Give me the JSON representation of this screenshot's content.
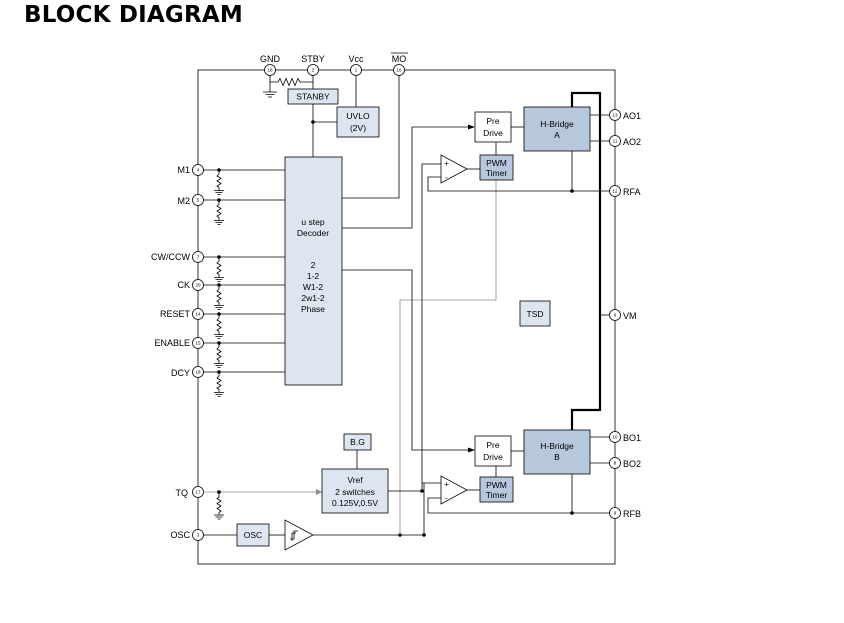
{
  "title": "BLOCK DIAGRAM",
  "pins": {
    "gnd": {
      "label": "GND",
      "number": "18"
    },
    "stby": {
      "label": "STBY",
      "number": "2"
    },
    "vcc": {
      "label": "Vcc",
      "number": "1"
    },
    "mo": {
      "label": "MO",
      "number": "16"
    },
    "m1": {
      "label": "M1",
      "number": "4"
    },
    "m2": {
      "label": "M2",
      "number": "5"
    },
    "cwccw": {
      "label": "CW/CCW",
      "number": "7"
    },
    "ck": {
      "label": "CK",
      "number": "20"
    },
    "reset": {
      "label": "RESET",
      "number": "14"
    },
    "enable": {
      "label": "ENABLE",
      "number": "15"
    },
    "dcy": {
      "label": "DCY",
      "number": "18"
    },
    "tq": {
      "label": "TQ",
      "number": "17"
    },
    "osc": {
      "label": "OSC",
      "number": "3"
    },
    "ao1": {
      "label": "AO1",
      "number": "13"
    },
    "ao2": {
      "label": "AO2",
      "number": "11"
    },
    "rfa": {
      "label": "RFA",
      "number": "12"
    },
    "vm": {
      "label": "VM",
      "number": "6"
    },
    "bo1": {
      "label": "BO1",
      "number": "10"
    },
    "bo2": {
      "label": "BO2",
      "number": "8"
    },
    "rfb": {
      "label": "RFB",
      "number": "9"
    }
  },
  "blocks": {
    "stanby": "STANBY",
    "uvlo": [
      "UVLO",
      "(2V)"
    ],
    "decoder": [
      "u step",
      "Decoder"
    ],
    "phase": [
      "2",
      "1-2",
      "W1-2",
      "2w1-2",
      "Phase"
    ],
    "predrive_a": [
      "Pre",
      "Drive"
    ],
    "predrive_b": [
      "Pre",
      "Drive"
    ],
    "hbridge_a": [
      "H-Bridge",
      "A"
    ],
    "hbridge_b": [
      "H-Bridge",
      "B"
    ],
    "pwm_a": [
      "PWM",
      "Timer"
    ],
    "pwm_b": [
      "PWM",
      "Timer"
    ],
    "tsd": "TSD",
    "bg": "B.G",
    "vref": [
      "Vref",
      "2 switches",
      "0.125V,0.5V"
    ],
    "osc": "OSC"
  },
  "comparator_signs": {
    "plus": "+",
    "minus": "-"
  }
}
